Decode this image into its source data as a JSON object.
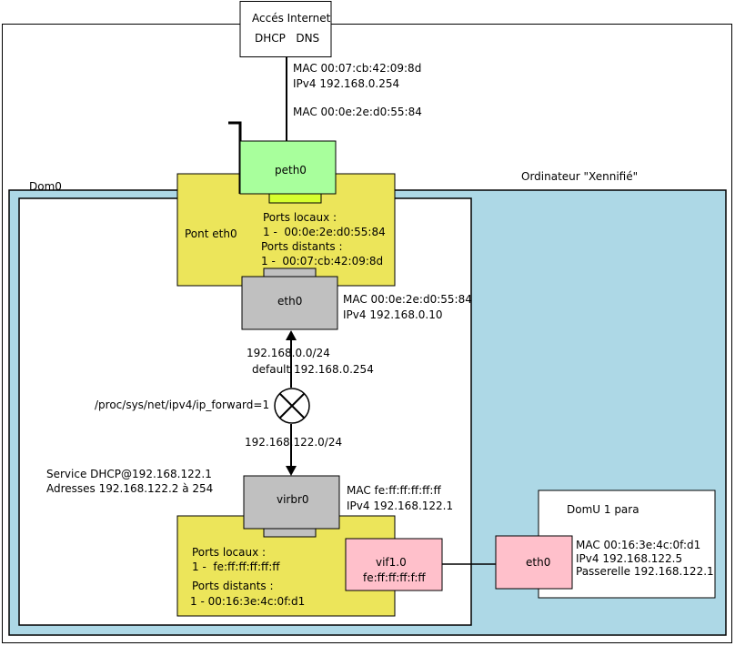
{
  "internet": {
    "title": "Accés Internet",
    "services": "DHCP   DNS"
  },
  "link_top": {
    "mac_remote": "MAC 00:07:cb:42:09:8d",
    "ip_remote": "IPv4 192.168.0.254",
    "mac_peth": "MAC 00:0e:2e:d0:55:84"
  },
  "computer": {
    "label": "Ordinateur \"Xennifié\""
  },
  "dom0": {
    "label": "Dom0"
  },
  "peth0": {
    "label": "peth0"
  },
  "bridge_eth0": {
    "label": "Pont eth0",
    "local_title": "Ports locaux :",
    "local_entry": "1 -  00:0e:2e:d0:55:84",
    "remote_title": "Ports distants :",
    "remote_entry": "1 -  00:07:cb:42:09:8d"
  },
  "eth0": {
    "label": "eth0",
    "mac": "MAC 00:0e:2e:d0:55:84",
    "ip": "IPv4 192.168.0.10"
  },
  "routing": {
    "net_up": "192.168.0.0/24",
    "default_route": "default 192.168.0.254",
    "ip_forward": "/proc/sys/net/ipv4/ip_forward=1",
    "net_down": "192.168.122.0/24"
  },
  "dhcp_service": {
    "line1": "Service DHCP@192.168.122.1",
    "line2": "Adresses 192.168.122.2 à 254"
  },
  "virbr0": {
    "label": "virbr0",
    "mac": "MAC fe:ff:ff:ff:ff:ff",
    "ip": "IPv4 192.168.122.1"
  },
  "bridge_virbr0": {
    "local_title": "Ports locaux :",
    "local_entry": "1 -  fe:ff:ff:ff:ff:ff",
    "remote_title": "Ports distants :",
    "remote_entry": "1 - 00:16:3e:4c:0f:d1"
  },
  "vif": {
    "label": "vif1.0",
    "mac": "fe:ff:ff:ff:f:ff"
  },
  "domu": {
    "title": "DomU 1 para",
    "eth_label": "eth0",
    "mac": "MAC 00:16:3e:4c:0f:d1",
    "ip": "IPv4 192.168.122.5",
    "gateway": "Passerelle 192.168.122.1"
  },
  "colors": {
    "dom0_bg": "#add8e6",
    "bridge": "#ece55a",
    "peth0": "#a8ff9c",
    "port_gray": "#c0c0c0",
    "vif_pink": "#ffc0cb",
    "connector": "#d6ff2e"
  }
}
